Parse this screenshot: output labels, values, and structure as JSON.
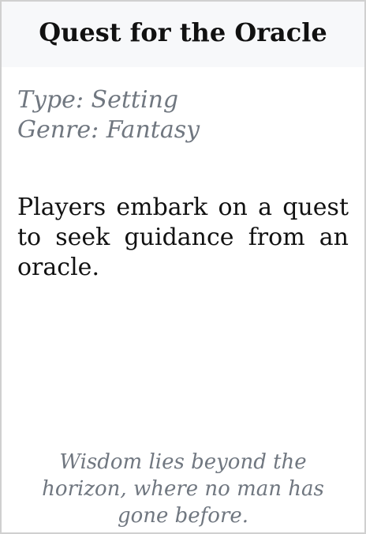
{
  "card": {
    "title": "Quest for the Oracle",
    "type_label": "Type: Setting",
    "genre_label": "Genre: Fantasy",
    "description": "Players embark on a quest to seek guidance from an oracle.",
    "flavor_text": "Wisdom lies beyond the horizon, where no man has gone before."
  },
  "colors": {
    "header_bg": "#f7f8fa",
    "border": "#d0d0d0",
    "muted_text": "#707780",
    "body_text": "#111111"
  }
}
